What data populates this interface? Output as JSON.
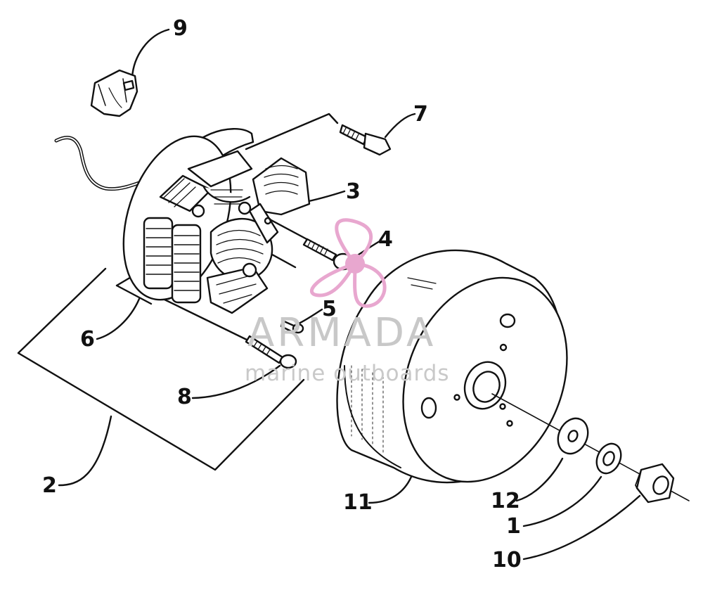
{
  "callouts": {
    "c1": "1",
    "c2": "2",
    "c3": "3",
    "c4": "4",
    "c5": "5",
    "c6": "6",
    "c7": "7",
    "c8": "8",
    "c9": "9",
    "c10": "10",
    "c11": "11",
    "c12": "12"
  },
  "watermark": {
    "brand": "ARMADA",
    "tagline": "marine outboards",
    "color_pink": "#e8a7cf",
    "color_grey": "#c8c8c8"
  },
  "line_color": "#111111"
}
